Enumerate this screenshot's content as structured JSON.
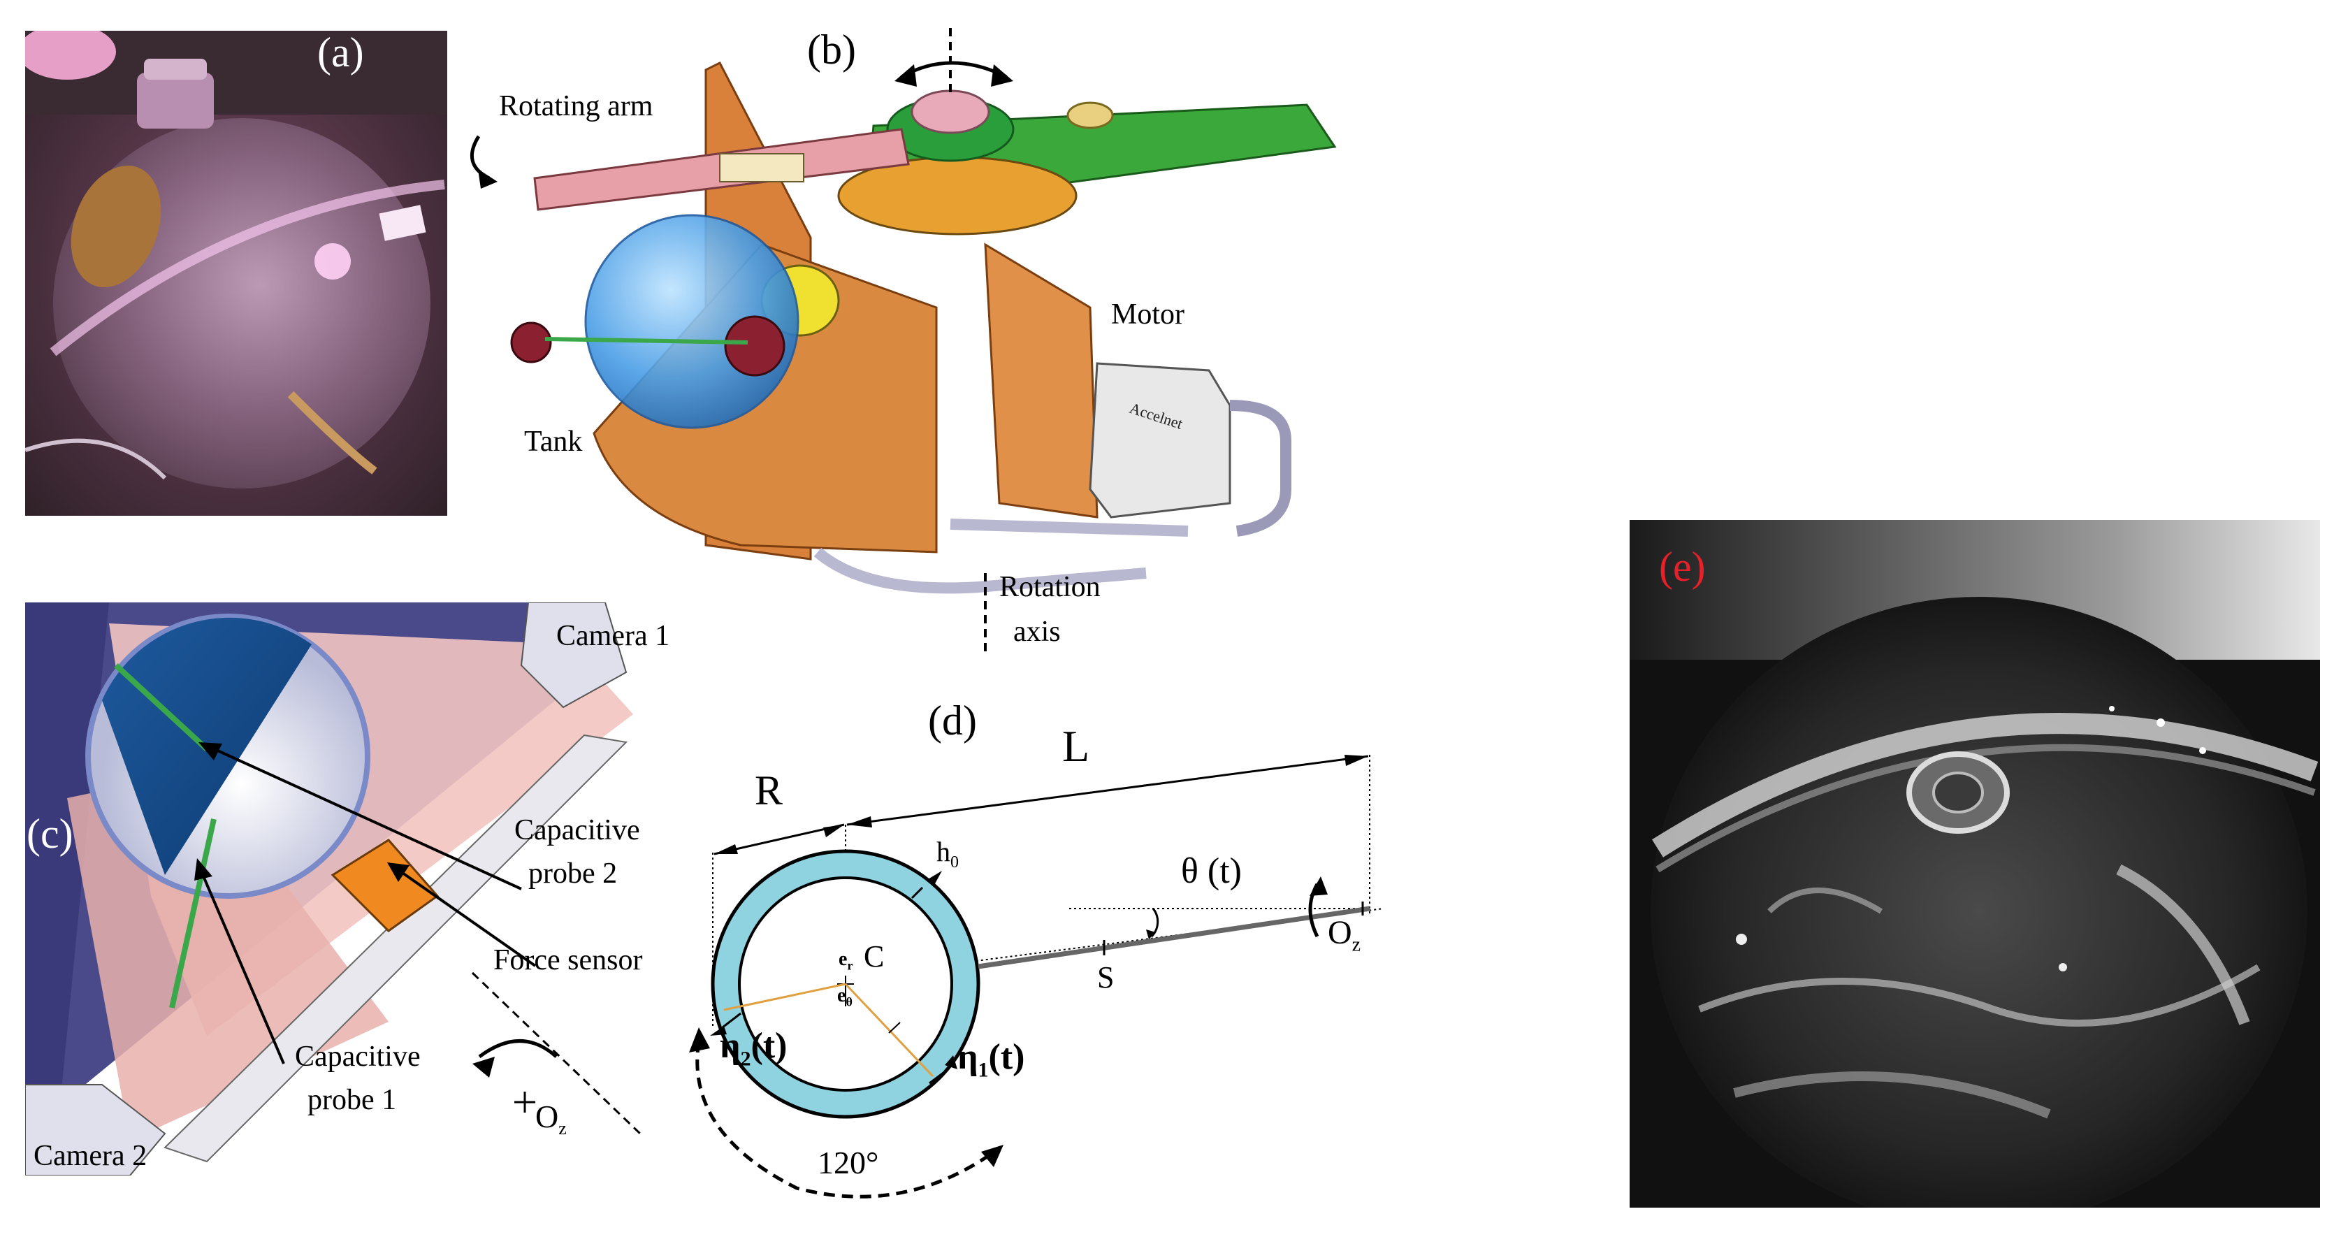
{
  "panels": {
    "a": {
      "letter": "(a)"
    },
    "b": {
      "letter": "(b)",
      "labels": {
        "rotating_arm": "Rotating arm",
        "motor": "Motor",
        "tank": "Tank",
        "rotation": "Rotation",
        "axis": "axis"
      },
      "motor_brand": "Accelnet"
    },
    "c": {
      "letter": "(c)",
      "labels": {
        "camera1": "Camera 1",
        "camera2": "Camera 2",
        "probe2_line1": "Capacitive",
        "probe2_line2": "probe 2",
        "force_sensor": "Force sensor",
        "probe1_line1": "Capacitive",
        "probe1_line2": "probe 1",
        "oz": "O",
        "oz_sub": "z"
      }
    },
    "d": {
      "letter": "(d)",
      "labels": {
        "R": "R",
        "L": "L",
        "h0": "h",
        "h0_sub": "0",
        "C": "C",
        "S": "S",
        "theta": "θ (t)",
        "oz": "O",
        "oz_sub": "z",
        "er": "e",
        "er_sub": "r",
        "etheta": "e",
        "etheta_sub": "θ",
        "eta1": "η",
        "eta1_sub": "1",
        "eta1_t": "(t)",
        "eta2": "η",
        "eta2_sub": "2",
        "eta2_t": "(t)",
        "angle": "120°"
      }
    },
    "e": {
      "letter": "(e)",
      "letter_color": "#e8202a"
    }
  }
}
